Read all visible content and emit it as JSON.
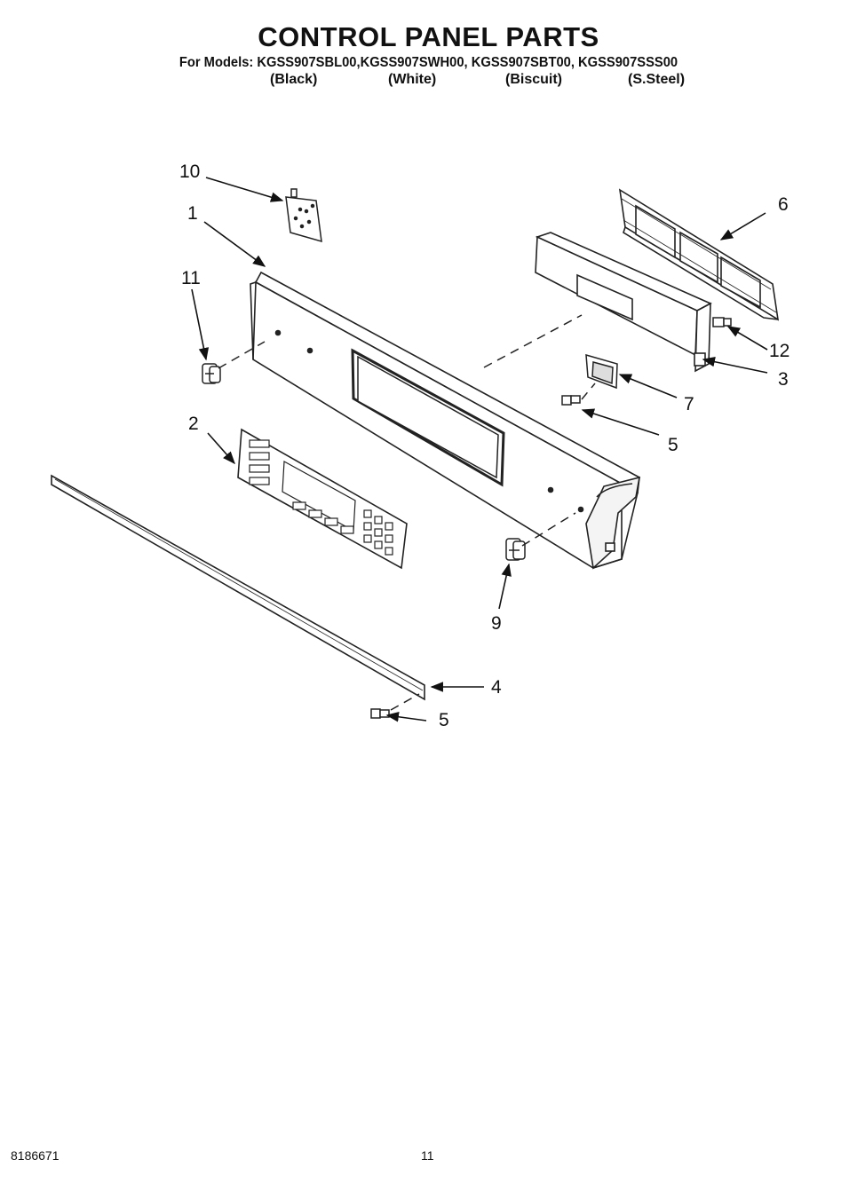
{
  "title": "CONTROL PANEL PARTS",
  "models_line": "For Models: KGSS907SBL00,KGSS907SWH00, KGSS907SBT00, KGSS907SSS00",
  "colors": [
    "(Black)",
    "(White)",
    "(Biscuit)",
    "(S.Steel)"
  ],
  "callouts": {
    "c1": "1",
    "c2": "2",
    "c3": "3",
    "c4": "4",
    "c5a": "5",
    "c5b": "5",
    "c6": "6",
    "c7": "7",
    "c9": "9",
    "c10": "10",
    "c11": "11",
    "c12": "12"
  },
  "footer": {
    "doc_number": "8186671",
    "page_number": "11"
  }
}
